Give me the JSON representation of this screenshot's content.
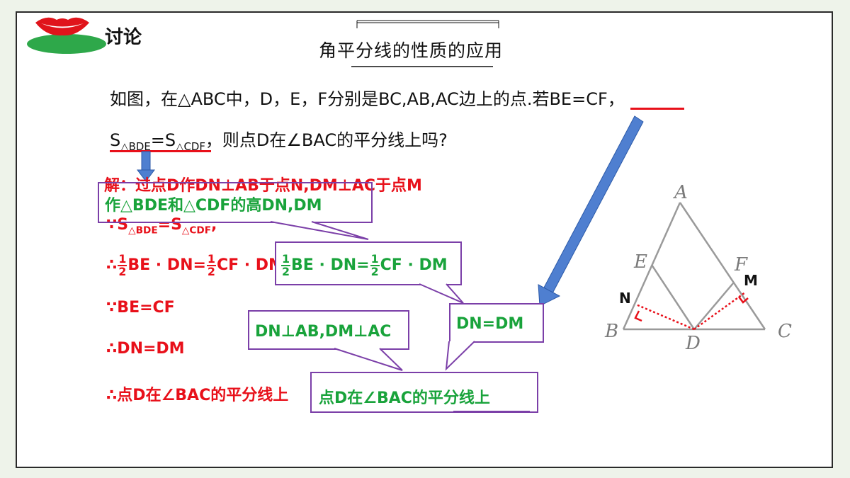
{
  "header": {
    "discuss_label": "讨论",
    "title": "角平分线的性质的应用"
  },
  "question": {
    "line1": "如图，在△ABC中，D，E，F分别是BC,AB,AC边上的点.若",
    "line1_highlight": "BE=CF",
    "line1_end": "，",
    "line2_s1": "S",
    "line2_sub1": "△BDE",
    "line2_eq": "=S",
    "line2_sub2": "△CDF",
    "line2_end": "，则点D在∠BAC的平分线上吗?"
  },
  "solution": {
    "line1": "解：过点D作DN⊥AB于点N,DM⊥AC于点M",
    "line2_prefix": "∵S",
    "line2_sub1": "△BDE",
    "line2_eq": "=S",
    "line2_sub2": "△CDF",
    "line2_end": ",",
    "line3_prefix": "∴",
    "frac_num": "1",
    "frac_den": "2",
    "line3_a": "BE · DN=",
    "line3_b": "CF · DM",
    "line4": "∵BE=CF",
    "line5": "∴DN=DM",
    "line6": "∴点D在∠BAC的平分线上"
  },
  "callouts": {
    "heights": "作△BDE和△CDF的高DN,DM",
    "area_eq_a": "BE · DN=",
    "area_eq_b": "CF · DM",
    "perp": "DN⊥AB,DM⊥AC",
    "dn_dm": "DN=DM",
    "conclusion": "点D在∠BAC的平分线上"
  },
  "figure": {
    "labels": {
      "A": "A",
      "B": "B",
      "C": "C",
      "D": "D",
      "E": "E",
      "F": "F",
      "N": "N",
      "M": "M"
    }
  },
  "colors": {
    "red": "#e8101a",
    "green": "#19a33b",
    "purple": "#7b3fa8",
    "blue": "#4f7fd0"
  }
}
